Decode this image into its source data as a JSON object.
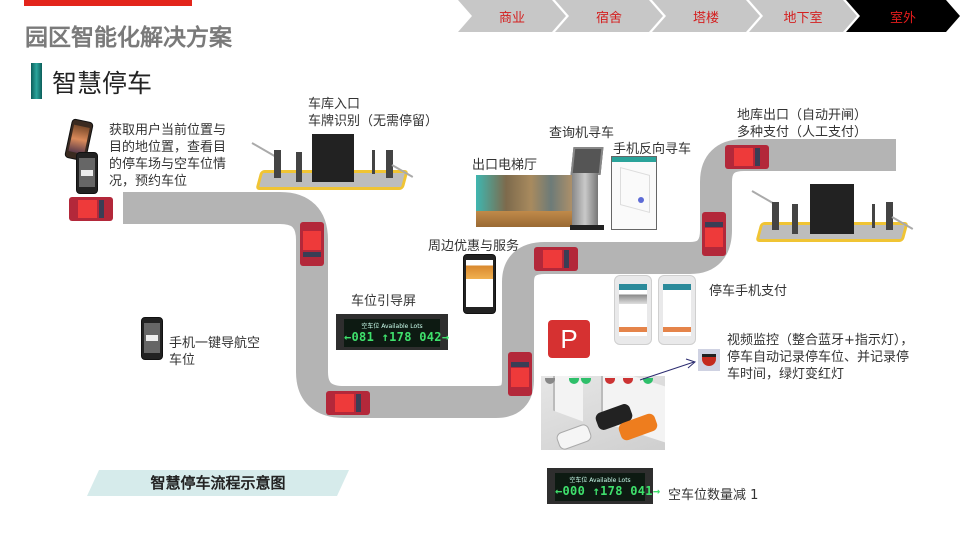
{
  "header": {
    "title": "园区智能化解决方案",
    "section_title": "智慧停车",
    "accent_color": "#e3251b",
    "section_accent_color": "#1f8c86"
  },
  "nav": {
    "tabs": [
      {
        "label": "商业",
        "active": false
      },
      {
        "label": "宿舍",
        "active": false
      },
      {
        "label": "塔楼",
        "active": false
      },
      {
        "label": "地下室",
        "active": false
      },
      {
        "label": "室外",
        "active": true
      }
    ]
  },
  "diagram": {
    "title": "智慧停车流程示意图",
    "steps": {
      "locate": {
        "lines": [
          "获取用户当前位置与",
          "目的地位置，查看目",
          "的停车场与空车位情",
          "况，预约车位"
        ]
      },
      "entrance": {
        "lines": [
          "车库入口",
          "车牌识别（无需停留）"
        ]
      },
      "navigate": {
        "lines": [
          "手机一键导航空",
          "车位"
        ]
      },
      "guide_screen": {
        "label": "车位引导屏",
        "board_caption": "空车位 Available Lots",
        "board_digits": "←081 ↑178 042→"
      },
      "nearby": {
        "label": "周边优惠与服务"
      },
      "elevator": {
        "label": "出口电梯厅"
      },
      "kiosk": {
        "label": "查询机寻车"
      },
      "reverse_search": {
        "label": "手机反向寻车"
      },
      "exit": {
        "lines": [
          "地库出口（自动开闸）",
          "多种支付（人工支付）"
        ]
      },
      "mobile_pay": {
        "label": "停车手机支付"
      },
      "parking_sign": {
        "label": "P"
      },
      "video": {
        "lines": [
          "视频监控（整合蓝牙+指示灯），",
          "停车自动记录停车位、并记录停",
          "车时间，绿灯变红灯"
        ]
      },
      "count": {
        "label": "空车位数量减 1",
        "board_caption": "空车位 Available Lots",
        "board_digits": "←000 ↑178 041→"
      }
    }
  },
  "icons": {
    "car": "car-icon",
    "phone": "smartphone-icon",
    "camera": "dome-camera-icon",
    "booth": "toll-booth-icon",
    "kiosk": "query-kiosk-icon"
  }
}
